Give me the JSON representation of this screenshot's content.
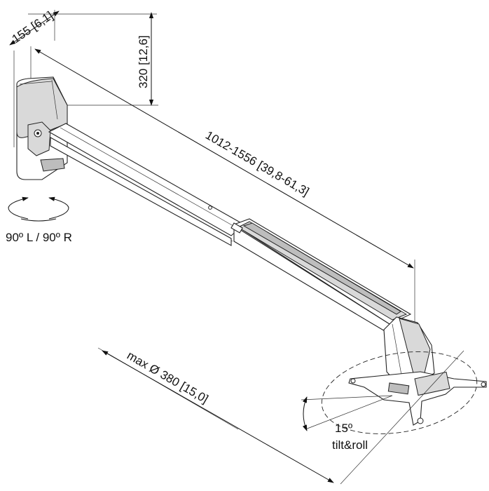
{
  "dimensions": {
    "depth": "155 [6,1]",
    "height": "320 [12,6]",
    "length": "1012-1556 [39,8-61,3]",
    "diameter": "max Ø 380 [15,0]"
  },
  "labels": {
    "rotation": "90º L / 90º R",
    "tilt_angle": "15º",
    "tilt_caption": "tilt&roll"
  }
}
